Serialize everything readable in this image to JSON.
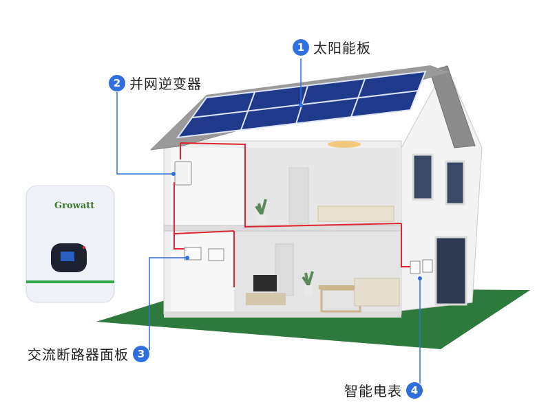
{
  "callouts": [
    {
      "number": "1",
      "label": "太阳能板"
    },
    {
      "number": "2",
      "label": "并网逆变器"
    },
    {
      "number": "3",
      "label": "交流断路器面板"
    },
    {
      "number": "4",
      "label": "智能电表"
    }
  ],
  "inverter_brand": "Growatt",
  "colors": {
    "badge": "#2f6fe0",
    "wiring": "#e0242f",
    "ground": "#2e7a3c",
    "solar_panel": "#1f3a8a",
    "roof": "#8c8c8c"
  }
}
